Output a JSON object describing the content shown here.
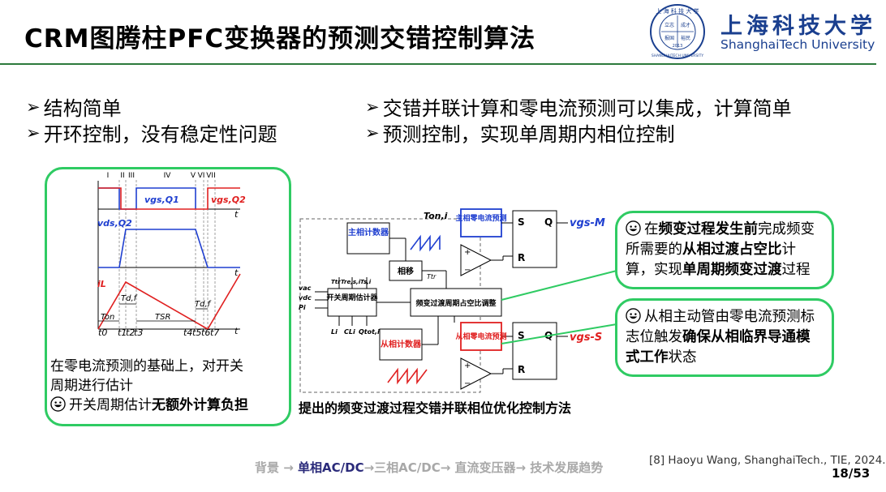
{
  "title": "CRM图腾柱PFC变换器的预测交错控制算法",
  "logo": {
    "cn": "上海科技大学",
    "en": "ShanghaiTech University",
    "seal_text": "上 海 科 技 大 学",
    "seal_en": "SHANGHAITECH UNIVERSITY",
    "seal_year": "2013",
    "seal_inner": [
      "立志",
      "成才",
      "报国",
      "裕民"
    ]
  },
  "bullets_left": [
    "结构简单",
    "开环控制，没有稳定性问题"
  ],
  "bullets_right": [
    "交错并联计算和零电流预测可以集成，计算简单",
    "预测控制，实现单周期内相位控制"
  ],
  "bullet_arrow": "➢",
  "waveform": {
    "stages": [
      "I",
      "II",
      "III",
      "IV",
      "V",
      "VI",
      "VII"
    ],
    "vgs_q1": "vgs,Q1",
    "vgs_q2": "vgs,Q2",
    "vds_q2": "vds,Q2",
    "il": "iL",
    "t": "t",
    "tdf1": "Td,f",
    "tdf2": "Td,f",
    "ton": "Ton",
    "tsr": "TSR",
    "time_marks": [
      "t0",
      "t1",
      "t2",
      "t3",
      "t4",
      "t5",
      "t6",
      "t7"
    ],
    "note_line1": "在零电流预测的基础上，对开关",
    "note_line2": "周期进行估计",
    "note_line3_prefix": "开关周期估计",
    "note_line3_bold": "无额外计算负担"
  },
  "diagram": {
    "master_counter": "主相计数器",
    "master_zcp": "主相零电流预测",
    "ton_i": "Ton,i",
    "phase_shift": "相移",
    "ttr": "Ttr",
    "period_estimator": "开关周期估计器",
    "freq_duty_adjust": "频变过渡周期占空比调整",
    "slave_counter": "从相计数器",
    "slave_zcp": "从相零电流预测",
    "s": "S",
    "r": "R",
    "q": "Q",
    "vgs_m": "vgs-M",
    "vgs_s": "vgs-S",
    "inputs": [
      "vac",
      "vdc",
      "Pi"
    ],
    "top_inputs": [
      "Ttr",
      "Tre,s,i",
      "Ts,i"
    ],
    "bottom_inputs": [
      "Li",
      "CLi",
      "Qtot,i"
    ],
    "plus": "+",
    "minus": "−",
    "caption": "提出的频变过渡过程交错并联相位优化控制方法"
  },
  "callout1": {
    "p1": "在",
    "b1": "频变过程发生前",
    "p2": "完成频变所需要的",
    "b2": "从相过渡占空比",
    "p3": "计算，实现",
    "b3": "单周期频变过渡",
    "p4": "过程"
  },
  "callout2": {
    "p1": "从相主动管由零电流预测标志位触发",
    "b1": "确保从相临界导通模式工作",
    "p2": "状态"
  },
  "footer": {
    "nav_pre": "背景 → ",
    "nav_cur": "单相AC/DC",
    "nav_post": "→三相AC/DC→ 直流变压器→ 技术发展趋势",
    "ref": "[8] Haoyu Wang, ShanghaiTech., TIE, 2024.",
    "page": "18/53"
  },
  "colors": {
    "green": "#2fcb63",
    "blue": "#1f3fd0",
    "red": "#e02020",
    "navy": "#1a3f8f"
  }
}
